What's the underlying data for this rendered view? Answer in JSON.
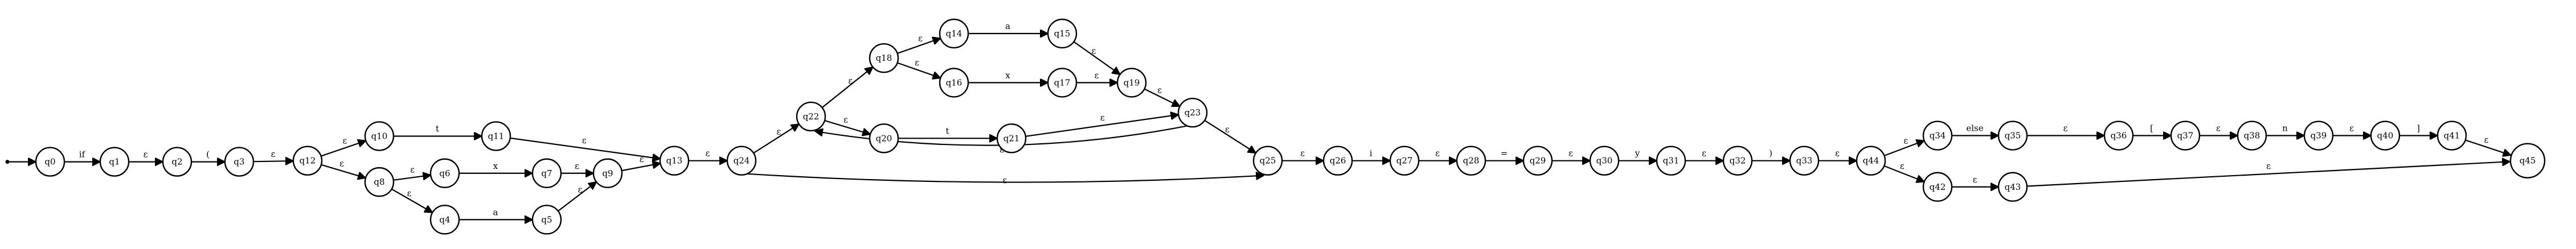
{
  "diagram": {
    "start_state": "q0",
    "accept_states": [
      "q45"
    ],
    "states": [
      "q0",
      "q1",
      "q2",
      "q3",
      "q4",
      "q5",
      "q6",
      "q7",
      "q8",
      "q9",
      "q10",
      "q11",
      "q12",
      "q13",
      "q14",
      "q15",
      "q16",
      "q17",
      "q18",
      "q19",
      "q20",
      "q21",
      "q22",
      "q23",
      "q24",
      "q25",
      "q26",
      "q27",
      "q28",
      "q29",
      "q30",
      "q31",
      "q32",
      "q33",
      "q34",
      "q35",
      "q36",
      "q37",
      "q38",
      "q39",
      "q40",
      "q41",
      "q42",
      "q43",
      "q44",
      "q45"
    ],
    "transitions": [
      {
        "from": "q0",
        "to": "q1",
        "label": "if"
      },
      {
        "from": "q1",
        "to": "q2",
        "label": "ε"
      },
      {
        "from": "q2",
        "to": "q3",
        "label": "("
      },
      {
        "from": "q3",
        "to": "q12",
        "label": "ε"
      },
      {
        "from": "q12",
        "to": "q10",
        "label": "ε"
      },
      {
        "from": "q12",
        "to": "q8",
        "label": "ε"
      },
      {
        "from": "q10",
        "to": "q11",
        "label": "t"
      },
      {
        "from": "q11",
        "to": "q13",
        "label": "ε"
      },
      {
        "from": "q8",
        "to": "q6",
        "label": "ε"
      },
      {
        "from": "q8",
        "to": "q4",
        "label": "ε"
      },
      {
        "from": "q6",
        "to": "q7",
        "label": "x"
      },
      {
        "from": "q4",
        "to": "q5",
        "label": "a"
      },
      {
        "from": "q7",
        "to": "q9",
        "label": "ε"
      },
      {
        "from": "q5",
        "to": "q9",
        "label": "ε"
      },
      {
        "from": "q9",
        "to": "q13",
        "label": "ε"
      },
      {
        "from": "q13",
        "to": "q24",
        "label": "ε"
      },
      {
        "from": "q24",
        "to": "q22",
        "label": "ε"
      },
      {
        "from": "q24",
        "to": "q25",
        "label": "ε"
      },
      {
        "from": "q22",
        "to": "q18",
        "label": "ε"
      },
      {
        "from": "q22",
        "to": "q20",
        "label": "ε"
      },
      {
        "from": "q18",
        "to": "q14",
        "label": "ε"
      },
      {
        "from": "q18",
        "to": "q16",
        "label": "ε"
      },
      {
        "from": "q14",
        "to": "q15",
        "label": "a"
      },
      {
        "from": "q16",
        "to": "q17",
        "label": "x"
      },
      {
        "from": "q15",
        "to": "q19",
        "label": "ε"
      },
      {
        "from": "q17",
        "to": "q19",
        "label": "ε"
      },
      {
        "from": "q19",
        "to": "q23",
        "label": "ε"
      },
      {
        "from": "q20",
        "to": "q21",
        "label": "t"
      },
      {
        "from": "q21",
        "to": "q23",
        "label": "ε"
      },
      {
        "from": "q23",
        "to": "q22",
        "label": "ε"
      },
      {
        "from": "q23",
        "to": "q25",
        "label": "ε"
      },
      {
        "from": "q25",
        "to": "q26",
        "label": "ε"
      },
      {
        "from": "q26",
        "to": "q27",
        "label": "i"
      },
      {
        "from": "q27",
        "to": "q28",
        "label": "ε"
      },
      {
        "from": "q28",
        "to": "q29",
        "label": "="
      },
      {
        "from": "q29",
        "to": "q30",
        "label": "ε"
      },
      {
        "from": "q30",
        "to": "q31",
        "label": "y"
      },
      {
        "from": "q31",
        "to": "q32",
        "label": "ε"
      },
      {
        "from": "q32",
        "to": "q33",
        "label": ")"
      },
      {
        "from": "q33",
        "to": "q44",
        "label": "ε"
      },
      {
        "from": "q44",
        "to": "q34",
        "label": "ε"
      },
      {
        "from": "q44",
        "to": "q42",
        "label": "ε"
      },
      {
        "from": "q34",
        "to": "q35",
        "label": "else"
      },
      {
        "from": "q35",
        "to": "q36",
        "label": "ε"
      },
      {
        "from": "q36",
        "to": "q37",
        "label": "["
      },
      {
        "from": "q37",
        "to": "q38",
        "label": "ε"
      },
      {
        "from": "q38",
        "to": "q39",
        "label": "n"
      },
      {
        "from": "q39",
        "to": "q40",
        "label": "ε"
      },
      {
        "from": "q40",
        "to": "q41",
        "label": "]"
      },
      {
        "from": "q41",
        "to": "q45",
        "label": "ε"
      },
      {
        "from": "q42",
        "to": "q43",
        "label": "ε"
      },
      {
        "from": "q43",
        "to": "q45",
        "label": "ε"
      }
    ]
  }
}
